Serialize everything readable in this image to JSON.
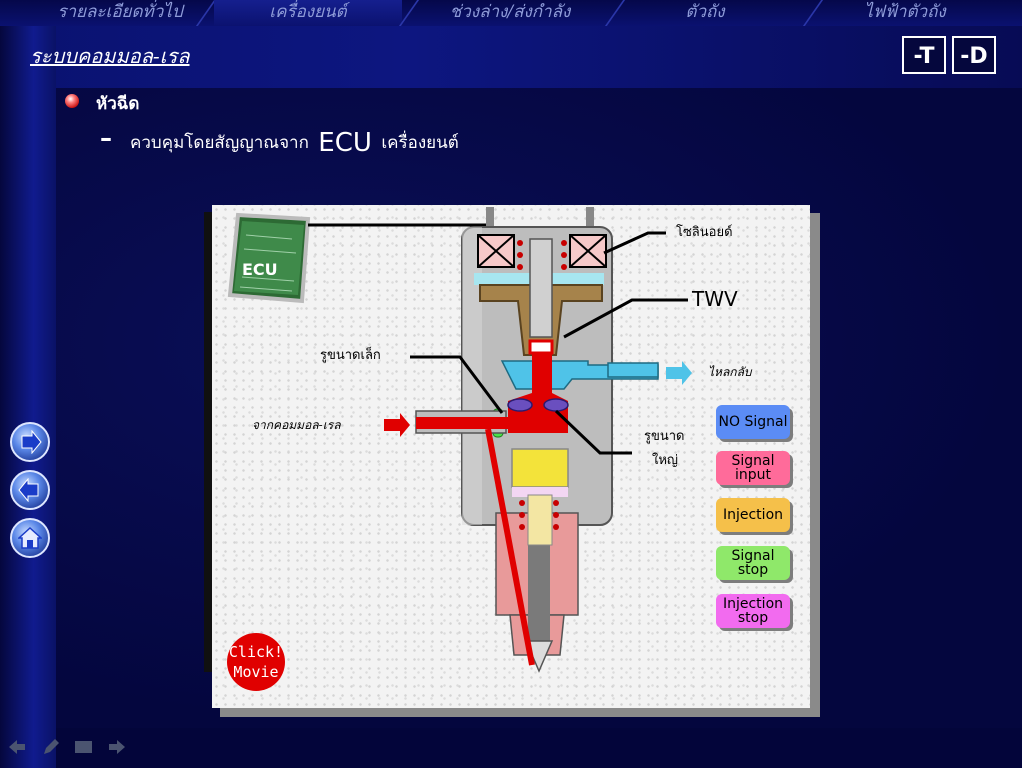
{
  "nav": {
    "tabs": [
      {
        "label": "รายละเอียดทั่วไป"
      },
      {
        "label": "เครื่องยนต์"
      },
      {
        "label": "ช่วงล่าง/ส่งกำลัง"
      },
      {
        "label": "ตัวถัง"
      },
      {
        "label": "ไฟฟ้าตัวถัง"
      }
    ],
    "active_index": 1
  },
  "header": {
    "title": "ระบบคอมมอล-เรล",
    "btn_t": "-T",
    "btn_d": "-D"
  },
  "content": {
    "bullet": "หัวฉีด",
    "dash": "–",
    "sub_prefix": "ควบคุมโดยสัญญาณจาก",
    "sub_big": "ECU",
    "sub_suffix": "เครื่องยนต์"
  },
  "diagram": {
    "ecu_label": "ECU",
    "solenoid": "โซลินอยด์",
    "twv": "TWV",
    "small_orifice": "รูขนาดเล็ก",
    "return": "ไหลกลับ",
    "from_rail": "จากคอมมอล-เรล",
    "large_orifice_1": "รูขนาด",
    "large_orifice_2": "ใหญ่",
    "click_1": "Click!",
    "click_2": "Movie",
    "signals": [
      {
        "label": "NO Signal",
        "color": "#5b8cf5"
      },
      {
        "label": "Signal input",
        "color": "#ff6b9a"
      },
      {
        "label": "Injection",
        "color": "#f5c04a"
      },
      {
        "label": "Signal stop",
        "color": "#8fe86a"
      },
      {
        "label": "Injection stop",
        "color": "#f26bef"
      }
    ]
  },
  "colors": {
    "background": "#03053a",
    "fuel_high": "#e00000",
    "return_fuel": "#4fc3e8"
  },
  "side_buttons": [
    "forward-icon",
    "back-icon",
    "home-icon"
  ],
  "bottom_tools": [
    "arrow-left-icon",
    "pencil-icon",
    "menu-icon",
    "arrow-right-icon"
  ]
}
